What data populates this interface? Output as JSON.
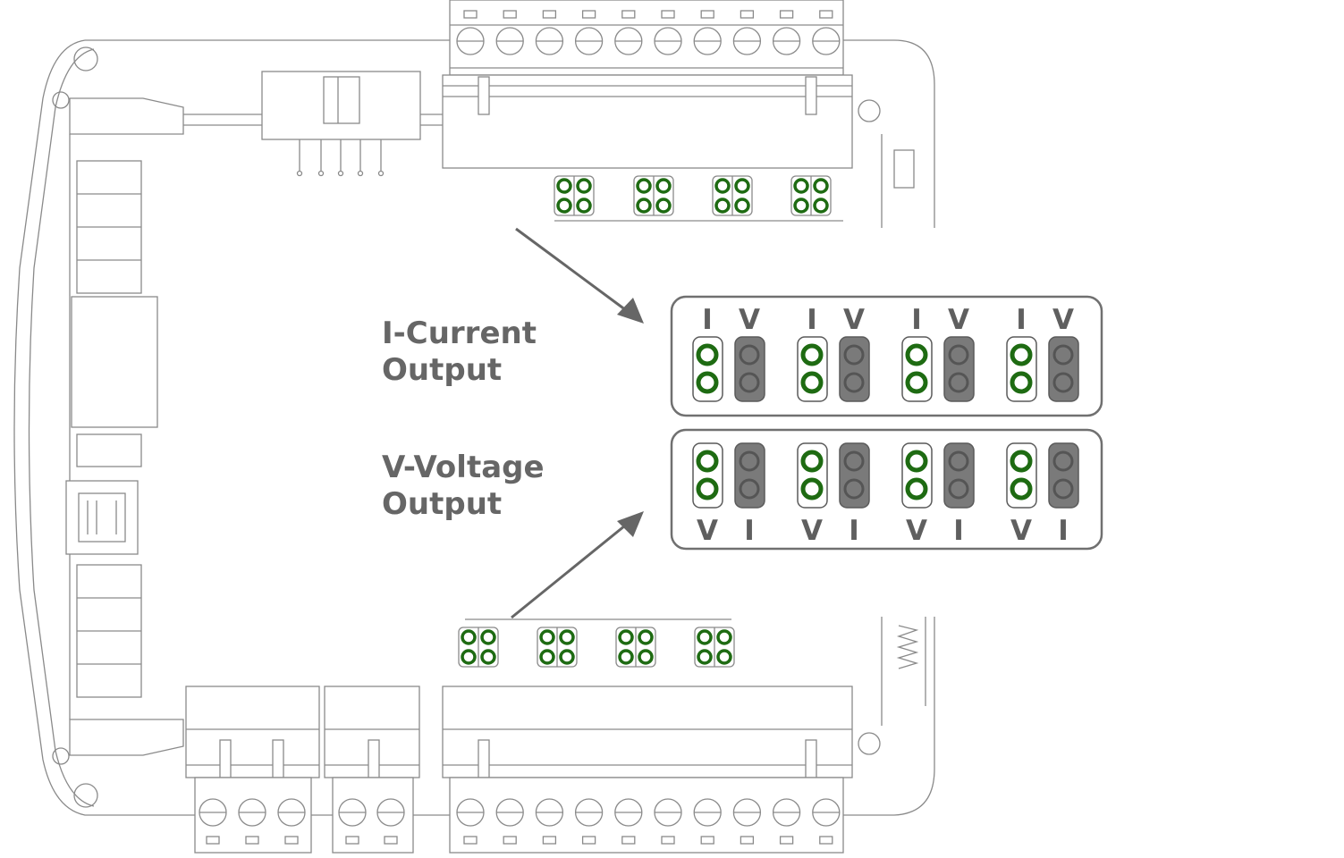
{
  "labels": {
    "current_line1": "I-Current",
    "current_line2": "Output",
    "voltage_line1": "V-Voltage",
    "voltage_line2": "Output"
  },
  "top_panel": {
    "pairs": [
      {
        "left": "I",
        "right": "V"
      },
      {
        "left": "I",
        "right": "V"
      },
      {
        "left": "I",
        "right": "V"
      },
      {
        "left": "I",
        "right": "V"
      }
    ],
    "active": "I"
  },
  "bottom_panel": {
    "pairs": [
      {
        "left": "V",
        "right": "I"
      },
      {
        "left": "V",
        "right": "I"
      },
      {
        "left": "V",
        "right": "I"
      },
      {
        "left": "V",
        "right": "I"
      }
    ],
    "active": "V"
  },
  "colors": {
    "pad_green": "#1e6b12",
    "jumper_shunt_grey": "#7a7a7a",
    "outline_grey": "#8a8a8a",
    "label_grey": "#666666"
  }
}
